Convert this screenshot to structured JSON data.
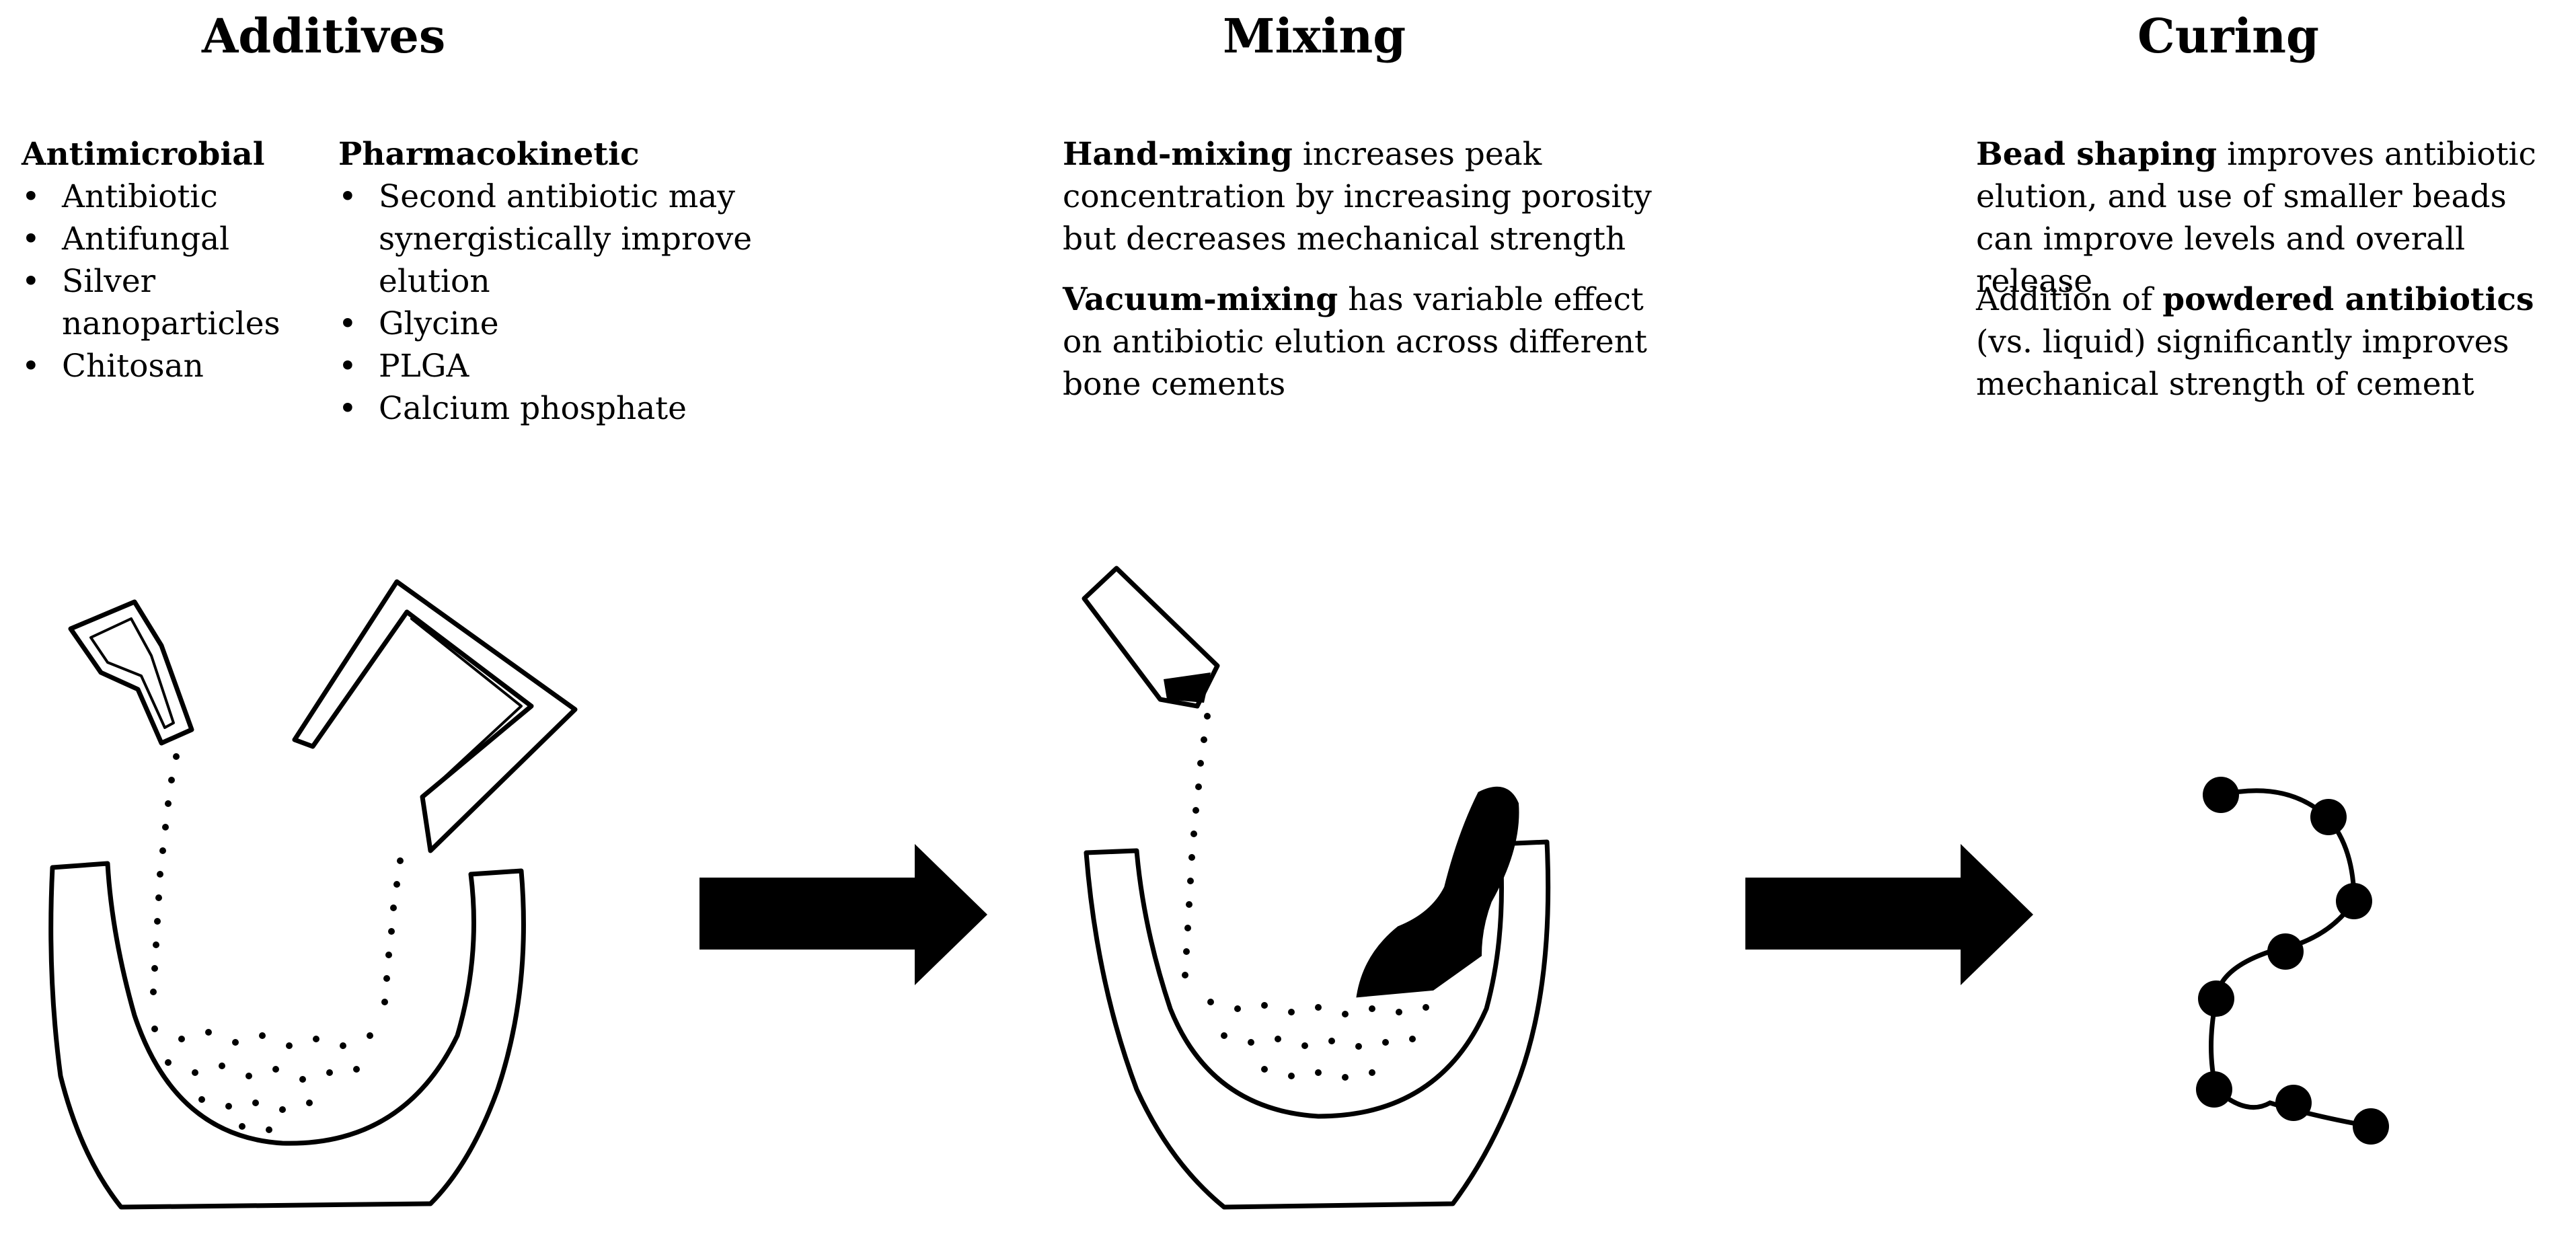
{
  "stages": {
    "additives": "Additives",
    "mixing": "Mixing",
    "curing": "Curing"
  },
  "antimicrobial": {
    "heading": "Antimicrobial",
    "items": [
      "Antibiotic",
      "Antifungal",
      "Silver nanoparticles",
      "Chitosan"
    ]
  },
  "pharmacokinetic": {
    "heading": "Pharmacokinetic",
    "items": [
      "Second antibiotic may synergistically improve elution",
      "Glycine",
      "PLGA",
      "Calcium phosphate"
    ]
  },
  "mixing_text": {
    "hand_bold": "Hand-mixing",
    "hand_rest": " increases peak concentration by increasing porosity but decreases mechanical strength",
    "vacuum_bold": "Vacuum-mixing",
    "vacuum_rest": " has variable effect on antibiotic elution across different bone cements"
  },
  "curing_text": {
    "bead_bold": "Bead shaping",
    "bead_rest": " improves antibiotic elution, and use of smaller beads can improve levels and overall release",
    "powder_pre": "Addition of ",
    "powder_bold": "powdered antibiotics",
    "powder_rest": " (vs. liquid) significantly improves mechanical strength of cement"
  }
}
